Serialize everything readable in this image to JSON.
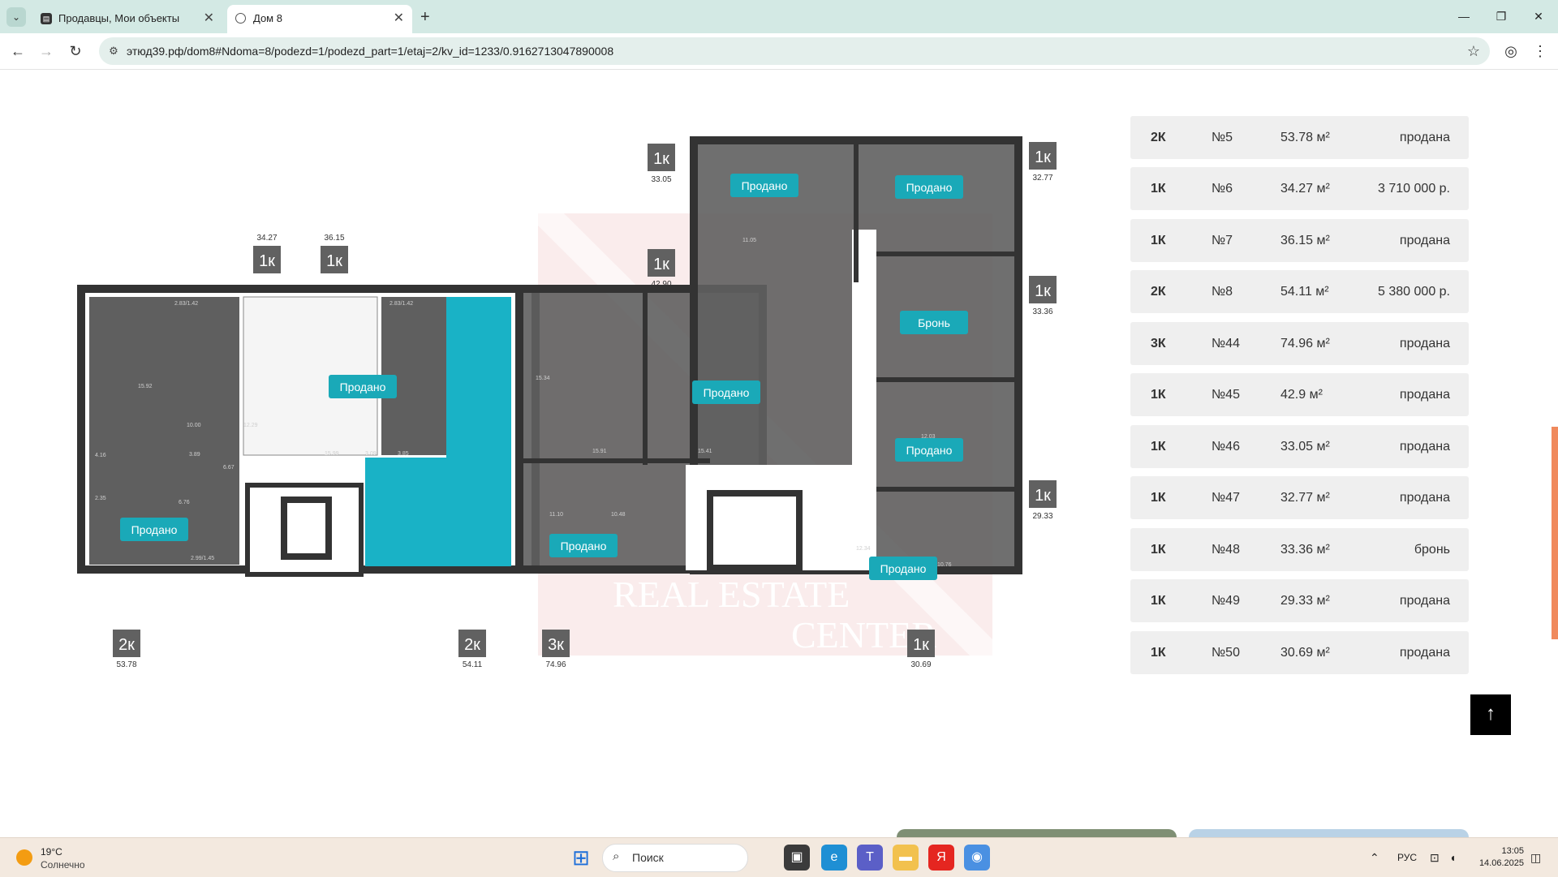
{
  "browser": {
    "tabs": [
      {
        "title": "Продавцы, Мои объекты",
        "active": false
      },
      {
        "title": "Дом 8",
        "active": true
      }
    ],
    "url": "этюд39.рф/dom8#Ndoma=8/podezd=1/podezd_part=1/etaj=2/kv_id=1233/0.9162713047890008"
  },
  "plan": {
    "watermark_lines": [
      "REAL ESTATE",
      "CENTER"
    ],
    "units": [
      {
        "tag": "2к",
        "area": "53.78",
        "status": "Продано",
        "color": "gray"
      },
      {
        "tag": "1к",
        "area": "34.27",
        "status": "",
        "color": "white"
      },
      {
        "tag": "1к",
        "area": "36.15",
        "status": "Продано",
        "color": "gray"
      },
      {
        "tag": "2к",
        "area": "54.11",
        "status": "",
        "color": "teal"
      },
      {
        "tag": "3к",
        "area": "74.96",
        "status": "Продано",
        "color": "gray"
      },
      {
        "tag": "1к",
        "area": "42.90",
        "status": "Продано",
        "color": "gray"
      },
      {
        "tag": "1к",
        "area": "33.05",
        "status": "Продано",
        "color": "gray"
      },
      {
        "tag": "1к",
        "area": "32.77",
        "status": "Продано",
        "color": "gray"
      },
      {
        "tag": "1к",
        "area": "33.36",
        "status": "Бронь",
        "color": "gray"
      },
      {
        "tag": "1к",
        "area": "29.33",
        "status": "Продано",
        "color": "gray"
      },
      {
        "tag": "1к",
        "area": "30.69",
        "status": "Продано",
        "color": "gray"
      }
    ],
    "room_labels": [
      "2.83/1.42",
      "10.00",
      "12.29",
      "3.89",
      "6.67",
      "2.83/1.42",
      "15.92",
      "4.16",
      "2.35",
      "6.76",
      "2.99/1.45",
      "15.99",
      "3.09",
      "3.85",
      "15.34",
      "10.48",
      "11.10",
      "15.91",
      "11.05",
      "15.41",
      "12.34",
      "10.76",
      "12.03"
    ],
    "colors": {
      "teal": "#19b2c6",
      "gray": "#5f5f5f",
      "wall": "#3a3a3a",
      "badge": "#616161",
      "sold_label": "#1aa9b8"
    }
  },
  "apartments": [
    {
      "type": "2К",
      "number": "№5",
      "area": "53.78 м²",
      "status": "продана"
    },
    {
      "type": "1К",
      "number": "№6",
      "area": "34.27 м²",
      "status": "3 710 000 р."
    },
    {
      "type": "1К",
      "number": "№7",
      "area": "36.15 м²",
      "status": "продана"
    },
    {
      "type": "2К",
      "number": "№8",
      "area": "54.11 м²",
      "status": "5 380 000 р."
    },
    {
      "type": "3К",
      "number": "№44",
      "area": "74.96 м²",
      "status": "продана"
    },
    {
      "type": "1К",
      "number": "№45",
      "area": "42.9 м²",
      "status": "продана"
    },
    {
      "type": "1К",
      "number": "№46",
      "area": "33.05 м²",
      "status": "продана"
    },
    {
      "type": "1К",
      "number": "№47",
      "area": "32.77 м²",
      "status": "продана"
    },
    {
      "type": "1К",
      "number": "№48",
      "area": "33.36 м²",
      "status": "бронь"
    },
    {
      "type": "1К",
      "number": "№49",
      "area": "29.33 м²",
      "status": "продана"
    },
    {
      "type": "1К",
      "number": "№50",
      "area": "30.69 м²",
      "status": "продана"
    }
  ],
  "scroll_top_glyph": "↑",
  "taskbar": {
    "weather_temp": "19°C",
    "weather_desc": "Солнечно",
    "search_placeholder": "Поиск",
    "lang": "РУС",
    "time": "13:05",
    "date": "14.06.2025"
  }
}
